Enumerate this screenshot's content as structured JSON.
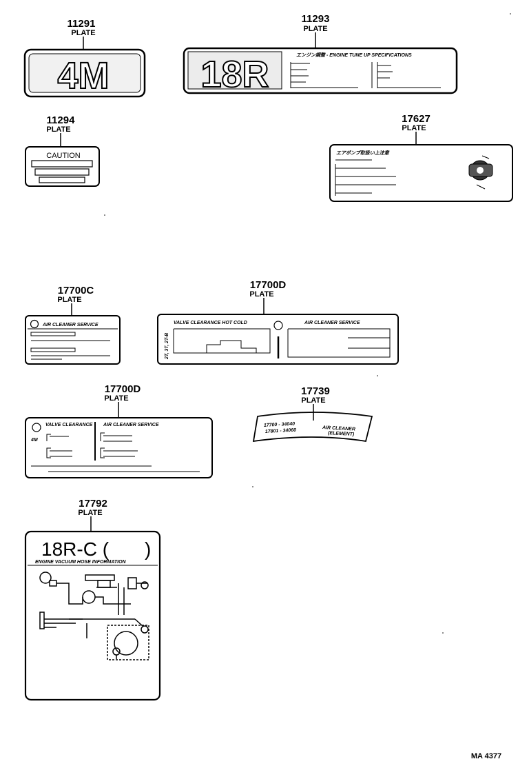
{
  "parts": {
    "p11291": {
      "number": "11291",
      "label": "PLATE",
      "plate_text": "4M"
    },
    "p11293": {
      "number": "11293",
      "label": "PLATE",
      "plate_text": "18R",
      "heading": "エンジン調整 - ENGINE TUNE UP SPECIFICATIONS"
    },
    "p11294": {
      "number": "11294",
      "label": "PLATE",
      "heading": "CAUTION"
    },
    "p17627": {
      "number": "17627",
      "label": "PLATE",
      "heading": "エアポンプ取扱い上注意"
    },
    "p17700C": {
      "number": "17700C",
      "label": "PLATE",
      "heading": "AIR CLEANER SERVICE"
    },
    "p17700D_a": {
      "number": "17700D",
      "label": "PLATE",
      "heading_left": "VALVE CLEARANCE HOT COLD",
      "heading_right": "AIR CLEANER SERVICE",
      "side_text": "2T, 3T, 2T-B"
    },
    "p17700D_b": {
      "number": "17700D",
      "label": "PLATE",
      "heading_left": "VALVE CLEARANCE",
      "heading_right": "AIR CLEANER SERVICE",
      "side_text": "4M"
    },
    "p17739": {
      "number": "17739",
      "label": "PLATE",
      "line1": "17700 - 34040",
      "line2": "17801 - 34060",
      "line3": "AIR CLEANER",
      "line4": "(ELEMENT)"
    },
    "p17792": {
      "number": "17792",
      "label": "PLATE",
      "model": "18R-C (",
      "model_close": ")",
      "heading": "ENGINE VACUUM HOSE INFORMATION"
    }
  },
  "footer": {
    "code": "MA 4377"
  }
}
